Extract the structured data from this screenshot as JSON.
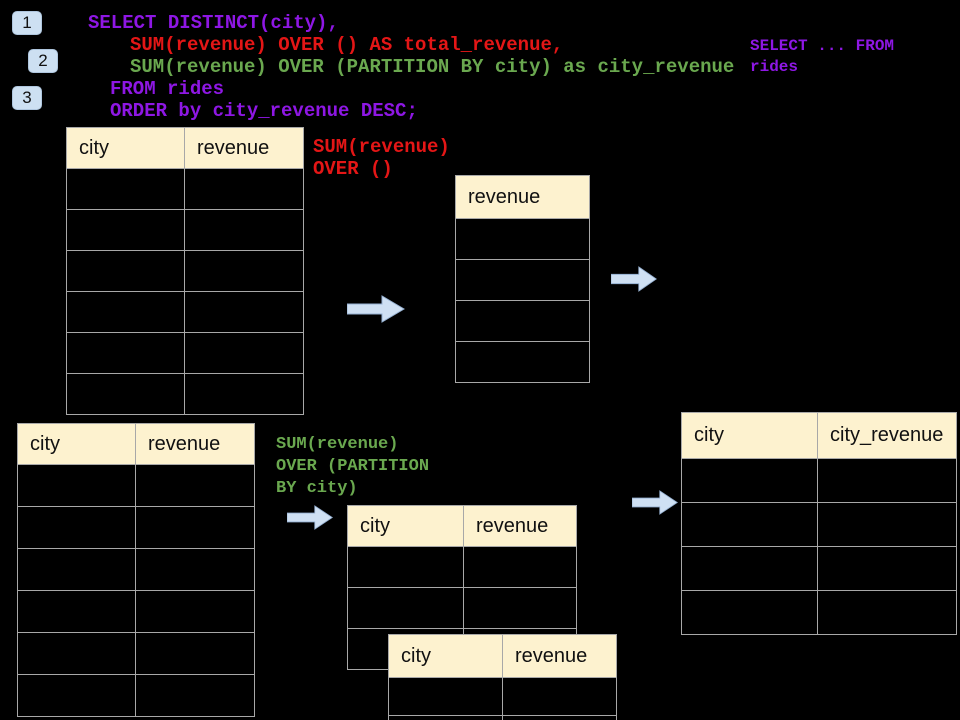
{
  "colors": {
    "background": "#000000",
    "code_purple": "#8E17E4",
    "code_red": "#E41616",
    "code_green": "#6AA84F",
    "table_header_bg": "#FDF2CF",
    "table_border": "#A8A8A8",
    "badge_bg": "#CDE0F2",
    "arrow_fill": "#CFE0F3"
  },
  "badges": [
    {
      "label": "1"
    },
    {
      "label": "2"
    },
    {
      "label": "3"
    }
  ],
  "code": {
    "lines": [
      {
        "text": "SELECT DISTINCT(city),",
        "color": "purple"
      },
      {
        "text": "SUM(revenue) OVER () AS total_revenue,",
        "color": "red"
      },
      {
        "text": "SUM(revenue) OVER (PARTITION BY city) as city_revenue",
        "color": "green"
      },
      {
        "text": "FROM rides",
        "color": "purple"
      },
      {
        "text": "ORDER by city_revenue DESC;",
        "color": "purple"
      }
    ]
  },
  "side_note": {
    "text": "SELECT ... FROM\nrides"
  },
  "annotations": {
    "total_revenue_label": "SUM(revenue)\nOVER ()",
    "partition_label": "SUM(revenue)\nOVER (PARTITION\nBY city)"
  },
  "tables": {
    "source_top": {
      "columns": [
        "city",
        "revenue"
      ],
      "row_count": 6
    },
    "total_result": {
      "columns": [
        "revenue"
      ],
      "row_count": 4
    },
    "source_bottom": {
      "columns": [
        "city",
        "revenue"
      ],
      "row_count": 6
    },
    "partition_front": {
      "columns": [
        "city",
        "revenue"
      ],
      "row_count": 3
    },
    "partition_back": {
      "columns": [
        "city",
        "revenue"
      ],
      "row_count": 2
    },
    "city_result": {
      "columns": [
        "city",
        "city_revenue"
      ],
      "row_count": 4
    }
  },
  "icons": {
    "arrow": "block-arrow-right"
  }
}
